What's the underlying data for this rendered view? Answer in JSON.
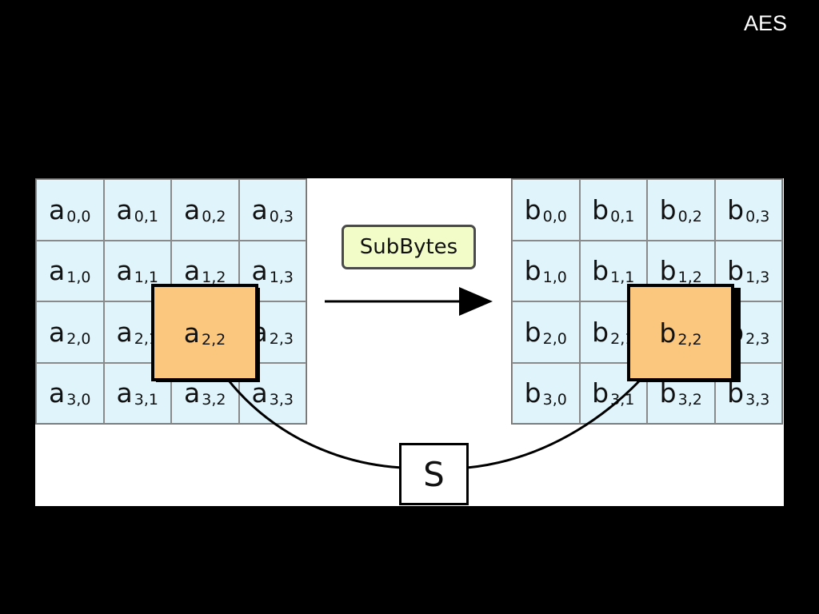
{
  "slide": {
    "title": "AES"
  },
  "diagram": {
    "operation_label": "SubBytes",
    "sbox_label": "S",
    "input_state": {
      "letter": "a",
      "cells": [
        [
          "0,0",
          "0,1",
          "0,2",
          "0,3"
        ],
        [
          "1,0",
          "1,1",
          "1,2",
          "1,3"
        ],
        [
          "2,0",
          "2,1",
          "2,2",
          "2,3"
        ],
        [
          "3,0",
          "3,1",
          "3,2",
          "3,3"
        ]
      ],
      "highlight": {
        "letter": "a",
        "index": "2,2"
      }
    },
    "output_state": {
      "letter": "b",
      "cells": [
        [
          "0,0",
          "0,1",
          "0,2",
          "0,3"
        ],
        [
          "1,0",
          "1,1",
          "1,2",
          "1,3"
        ],
        [
          "2,0",
          "2,1",
          "2,2",
          "2,3"
        ],
        [
          "3,0",
          "3,1",
          "3,2",
          "3,3"
        ]
      ],
      "highlight": {
        "letter": "b",
        "index": "2,2"
      }
    },
    "colors": {
      "cell_fill": "#dff4fb",
      "highlight_fill": "#fbc67e",
      "label_fill": "#f2fcc8",
      "background": "#000000"
    }
  }
}
